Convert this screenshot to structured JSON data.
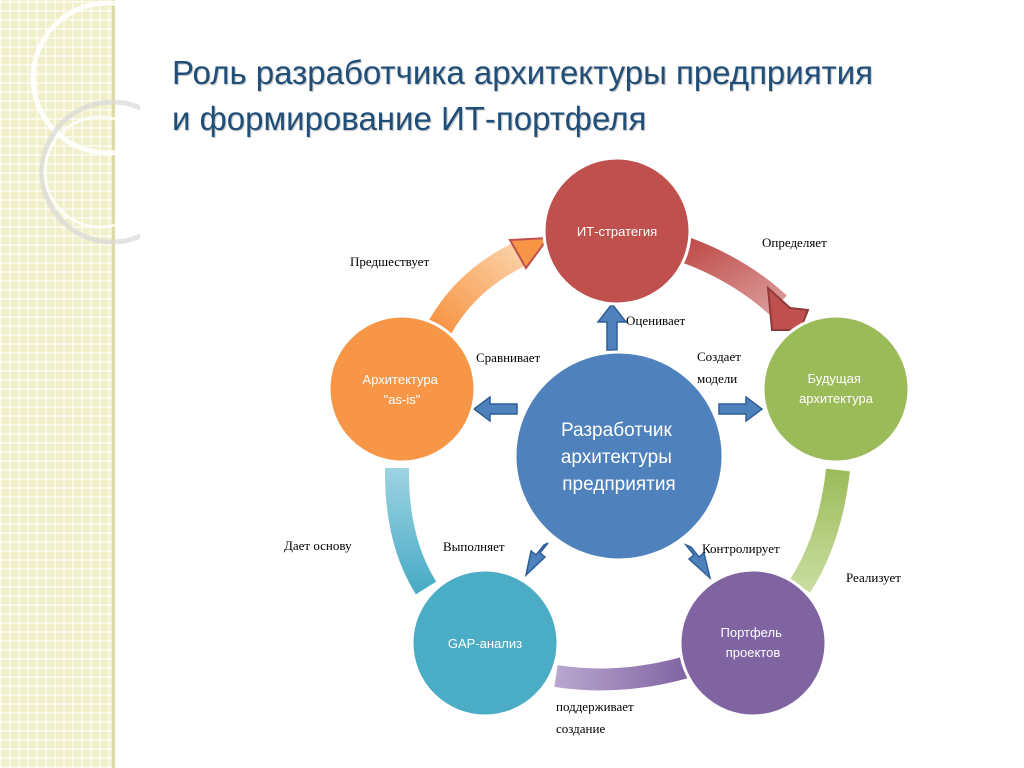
{
  "slide": {
    "title_line1": "Роль разработчика архитектуры предприятия",
    "title_line2": "и формирование ИТ-портфеля"
  },
  "diagram": {
    "center": {
      "line1": "Разработчик",
      "line2": "архитектуры",
      "line3": "предприятия",
      "color": "#4f81bd"
    },
    "nodes": {
      "it_strategy": {
        "line1": "ИТ-стратегия",
        "color": "#c0504d"
      },
      "future_arch": {
        "line1": "Будущая",
        "line2": "архитектура",
        "color": "#9bbb59"
      },
      "portfolio": {
        "line1": "Портфель",
        "line2": "проектов",
        "color": "#8064a2"
      },
      "gap": {
        "line1": "GAP-анализ",
        "color": "#4bacc6"
      },
      "asis": {
        "line1": "Архитектура",
        "line2": "\"as-is\"",
        "color": "#f79646"
      }
    },
    "relations": {
      "precedes": "Предшествует",
      "defines": "Определяет",
      "evaluates": "Оценивает",
      "compares": "Сравнивает",
      "creates_line1": "Создает",
      "creates_line2": "модели",
      "performs": "Выполняет",
      "controls": "Контролирует",
      "realizes": "Реализует",
      "gives_basis": "Дает основу",
      "supports_line1": "поддерживает",
      "supports_line2": "создание"
    },
    "connector_color": "#4f81bd"
  }
}
